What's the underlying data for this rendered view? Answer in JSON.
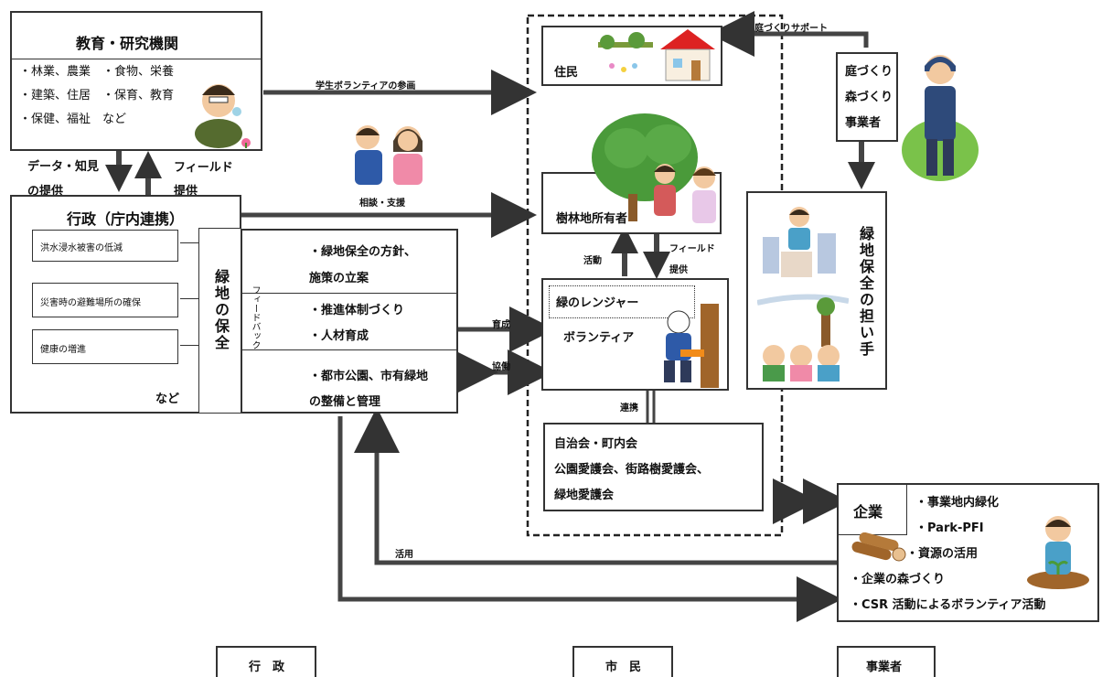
{
  "education": {
    "title": "教育・研究機関",
    "fields": [
      "・林業、農業　・食物、栄養",
      "・建築、住居　・保育、教育",
      "・保健、福祉　など"
    ]
  },
  "admin": {
    "title": "行政（庁内連携）",
    "items": [
      "洪水浸水被害の低減",
      "災害時の避難場所の確保",
      "健康の増進"
    ],
    "etc": "など",
    "green_conservation": "緑地の保全",
    "feedback": "フィードバック",
    "policies": [
      "・緑地保全の方針、",
      "施策の立案",
      "・推進体制づくり",
      "・人材育成",
      "・都市公園、市有緑地",
      "の整備と管理"
    ]
  },
  "citizens": {
    "residents": "住民",
    "forest_owner": "樹林地所有者",
    "ranger_title": "緑のレンジャー",
    "ranger_sub": "ボランティア",
    "community": [
      "自治会・町内会",
      "公園愛護会、街路樹愛護会、",
      "緑地愛護会"
    ]
  },
  "business": {
    "garden": [
      "庭づくり",
      "森づくり",
      "事業者"
    ],
    "bearers": "緑地保全の担い手",
    "company": "企業",
    "company_items": [
      "・事業地内緑化",
      "・Park-PFI",
      "・資源の活用",
      "・企業の森づくり",
      "・CSR 活動によるボランティア活動"
    ]
  },
  "arrows": {
    "student_volunteer": "学生ボランティアの参画",
    "data_knowledge": [
      "データ・知見",
      "の提供"
    ],
    "field_provide_1": [
      "フィールド",
      "提供"
    ],
    "consult_support": "相談・支援",
    "garden_support": "庭づくりサポート",
    "field_provide_2": [
      "フィールド",
      "提供"
    ],
    "activity": "活動",
    "training": "育成",
    "cooperation": "協働",
    "collaboration": "連携",
    "utilization": "活用"
  },
  "legend": {
    "admin": "行　政",
    "citizen": "市　民",
    "business": "事業者"
  }
}
